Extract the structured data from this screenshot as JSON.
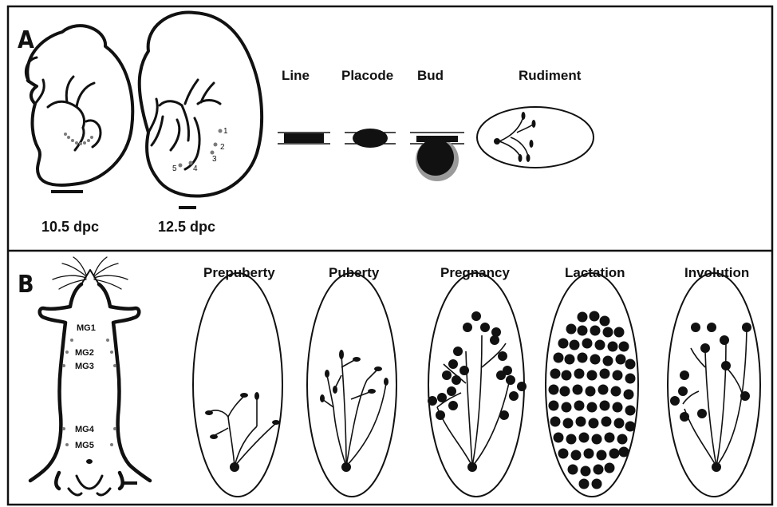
{
  "panel_a": {
    "letter": "A",
    "embryo_labels": [
      "10.5 dpc",
      "12.5 dpc"
    ],
    "gland_numbers": [
      "1",
      "2",
      "3",
      "4",
      "5"
    ],
    "stages": [
      "Line",
      "Placode",
      "Bud",
      "Rudiment"
    ]
  },
  "panel_b": {
    "letter": "B",
    "mammary_glands": [
      "MG1",
      "MG2",
      "MG3",
      "MG4",
      "MG5"
    ],
    "stages": [
      "Prepuberty",
      "Puberty",
      "Pregnancy",
      "Lactation",
      "Involution"
    ]
  },
  "colors": {
    "ink": "#111111",
    "gland_dot": "#7a7a7a",
    "bud_halo": "#9a9a9a"
  }
}
